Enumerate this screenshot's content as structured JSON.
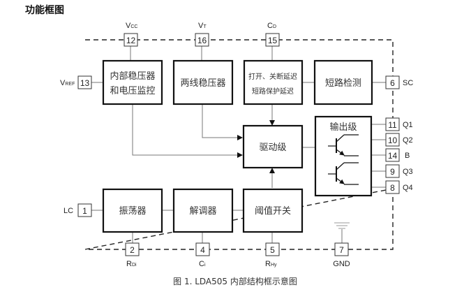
{
  "title": "功能框图",
  "caption": "图 1.   LDA505 内部结构框示意图",
  "blocks": {
    "regulator_monitor": [
      "内部稳压器",
      "和电压监控"
    ],
    "two_wire_regulator": "两线稳压器",
    "delay": [
      "打开、关断延迟",
      "短路保护延迟"
    ],
    "short_detect": "短路检测",
    "driver": "驱动级",
    "output_stage": "输出级",
    "oscillator": "振荡器",
    "demodulator": "解调器",
    "threshold_switch": "阈值开关"
  },
  "pins": {
    "vcc": {
      "num": "12",
      "main": "V",
      "sub": "CC"
    },
    "vt": {
      "num": "16",
      "main": "V",
      "sub": "T"
    },
    "cd": {
      "num": "15",
      "main": "C",
      "sub": "D"
    },
    "vref": {
      "num": "13",
      "main": "V",
      "sub": "REF"
    },
    "sc": {
      "num": "6",
      "label": "SC"
    },
    "q1": {
      "num": "11",
      "label": "Q1"
    },
    "q2": {
      "num": "10",
      "label": "Q2"
    },
    "b": {
      "num": "14",
      "label": "B"
    },
    "q3": {
      "num": "9",
      "label": "Q3"
    },
    "q4": {
      "num": "8",
      "label": "Q4"
    },
    "lc": {
      "num": "1",
      "label": "LC"
    },
    "rdi": {
      "num": "2",
      "main": "R",
      "sub": "Di"
    },
    "ci": {
      "num": "4",
      "main": "C",
      "sub": "i"
    },
    "rhy": {
      "num": "5",
      "main": "R",
      "sub": "Hy"
    },
    "gnd": {
      "num": "7",
      "label": "GND"
    }
  }
}
